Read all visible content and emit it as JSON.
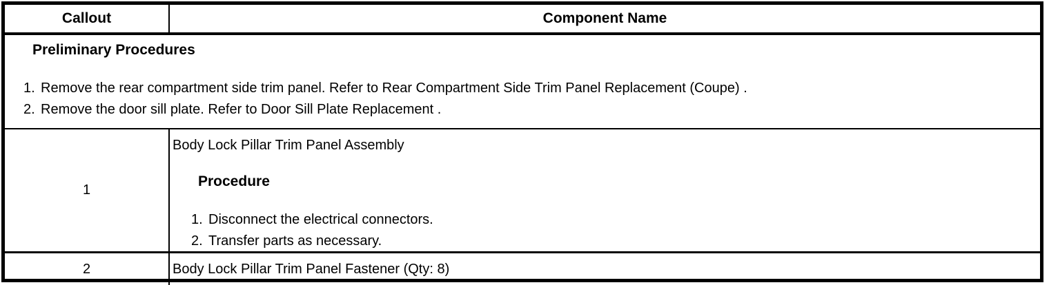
{
  "colors": {
    "border": "#000000",
    "text": "#000000",
    "background": "#ffffff"
  },
  "table": {
    "header": {
      "callout": "Callout",
      "component": "Component Name"
    },
    "preliminary": {
      "title": "Preliminary Procedures",
      "steps": [
        {
          "num": "1.",
          "text": "Remove the rear compartment side trim panel. Refer to Rear Compartment Side Trim Panel Replacement (Coupe) ."
        },
        {
          "num": "2.",
          "text": "Remove the door sill plate. Refer to Door Sill Plate Replacement ."
        }
      ]
    },
    "rows": [
      {
        "callout": "1",
        "component_title": "Body Lock Pillar Trim Panel Assembly",
        "procedure_label": "Procedure",
        "steps": [
          {
            "num": "1.",
            "text": "Disconnect the electrical connectors."
          },
          {
            "num": "2.",
            "text": "Transfer parts as necessary."
          }
        ]
      },
      {
        "callout": "2",
        "component_title": "Body Lock Pillar Trim Panel Fastener (Qty: 8)"
      }
    ]
  }
}
